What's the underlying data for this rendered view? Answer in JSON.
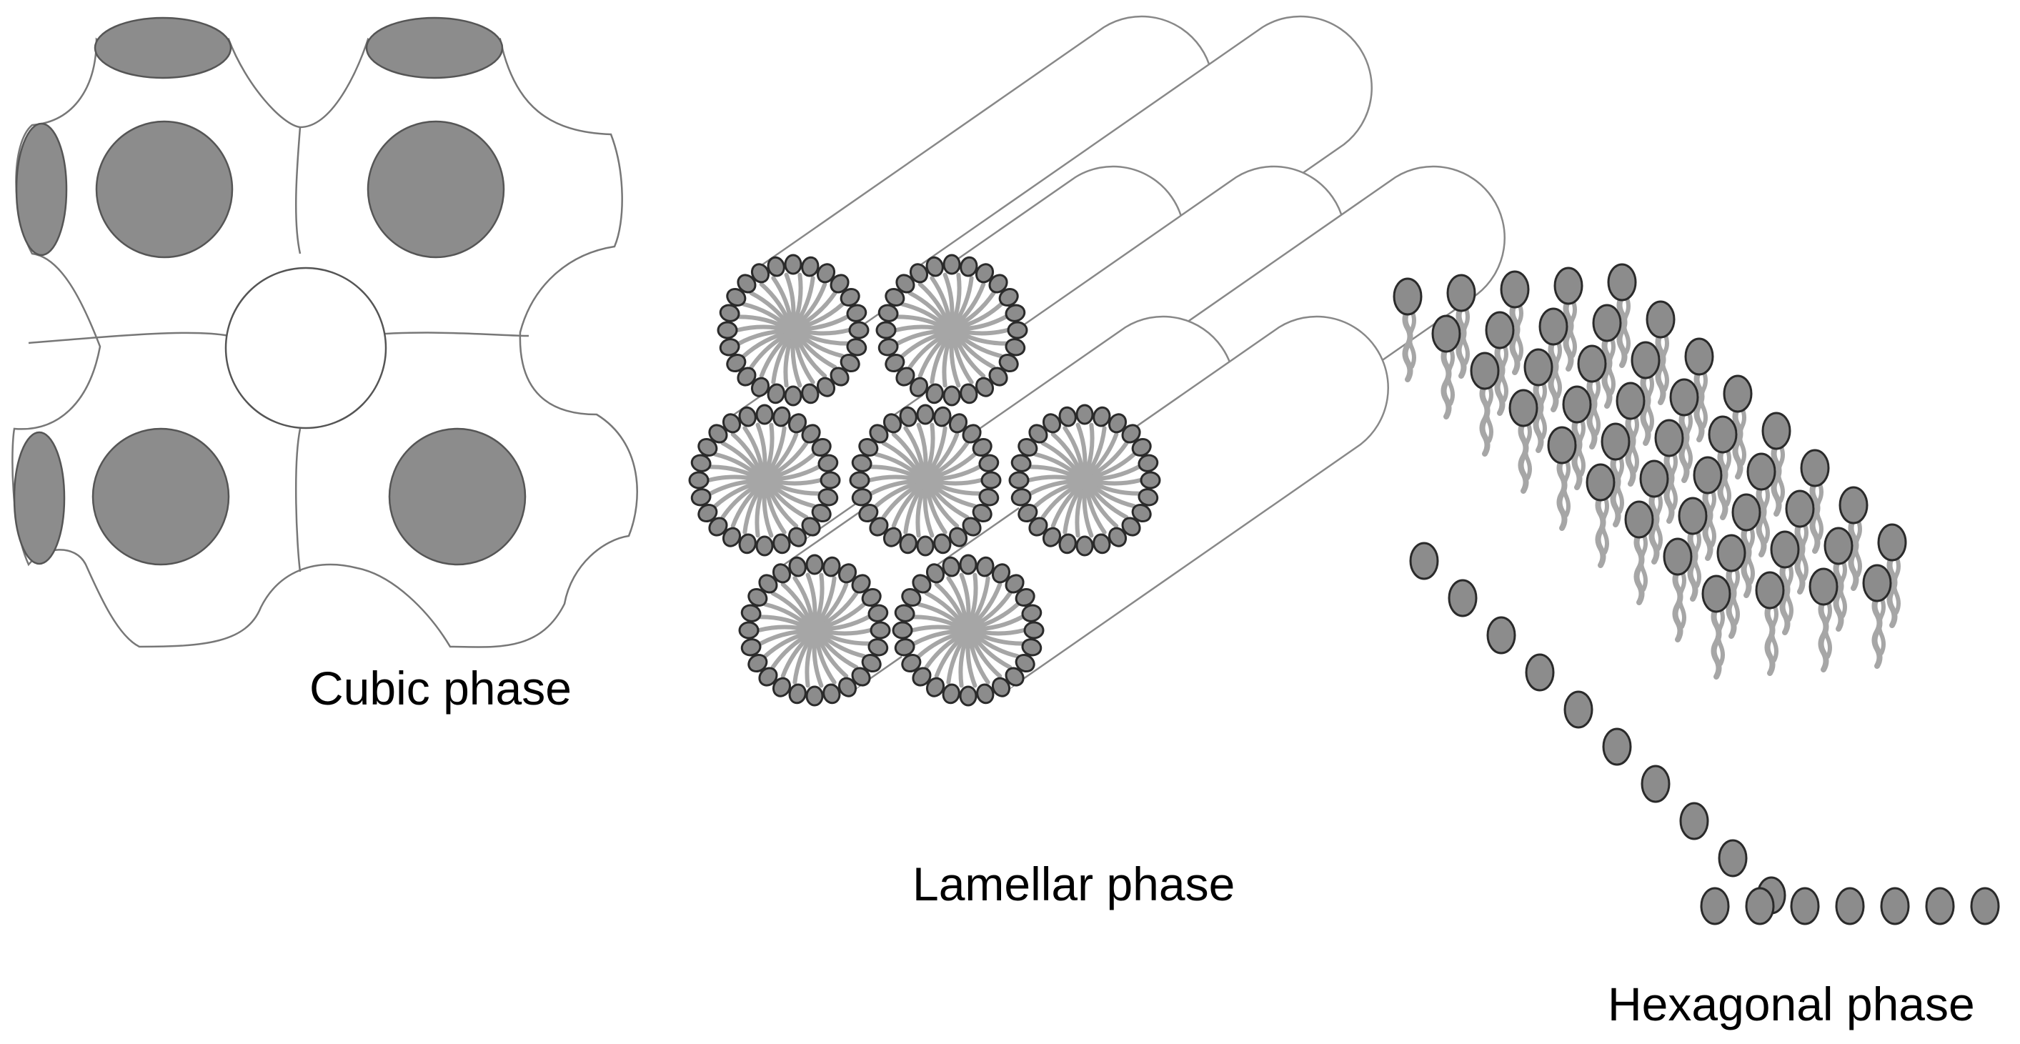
{
  "labels": {
    "cubic": "Cubic phase",
    "lamellar": "Lamellar phase",
    "hexagonal": "Hexagonal phase"
  },
  "colors": {
    "background": "#ffffff",
    "fill_gray": "#8c8c8c",
    "tail_gray": "#a6a6a6",
    "outline": "#555555",
    "head_stroke": "#2a2a2a",
    "text": "#000000"
  },
  "icons": {
    "cubic": "cubic-lattice-icon",
    "lamellar": "micelle-rod-bundle-icon",
    "hexagonal": "lipid-sheet-icon"
  }
}
